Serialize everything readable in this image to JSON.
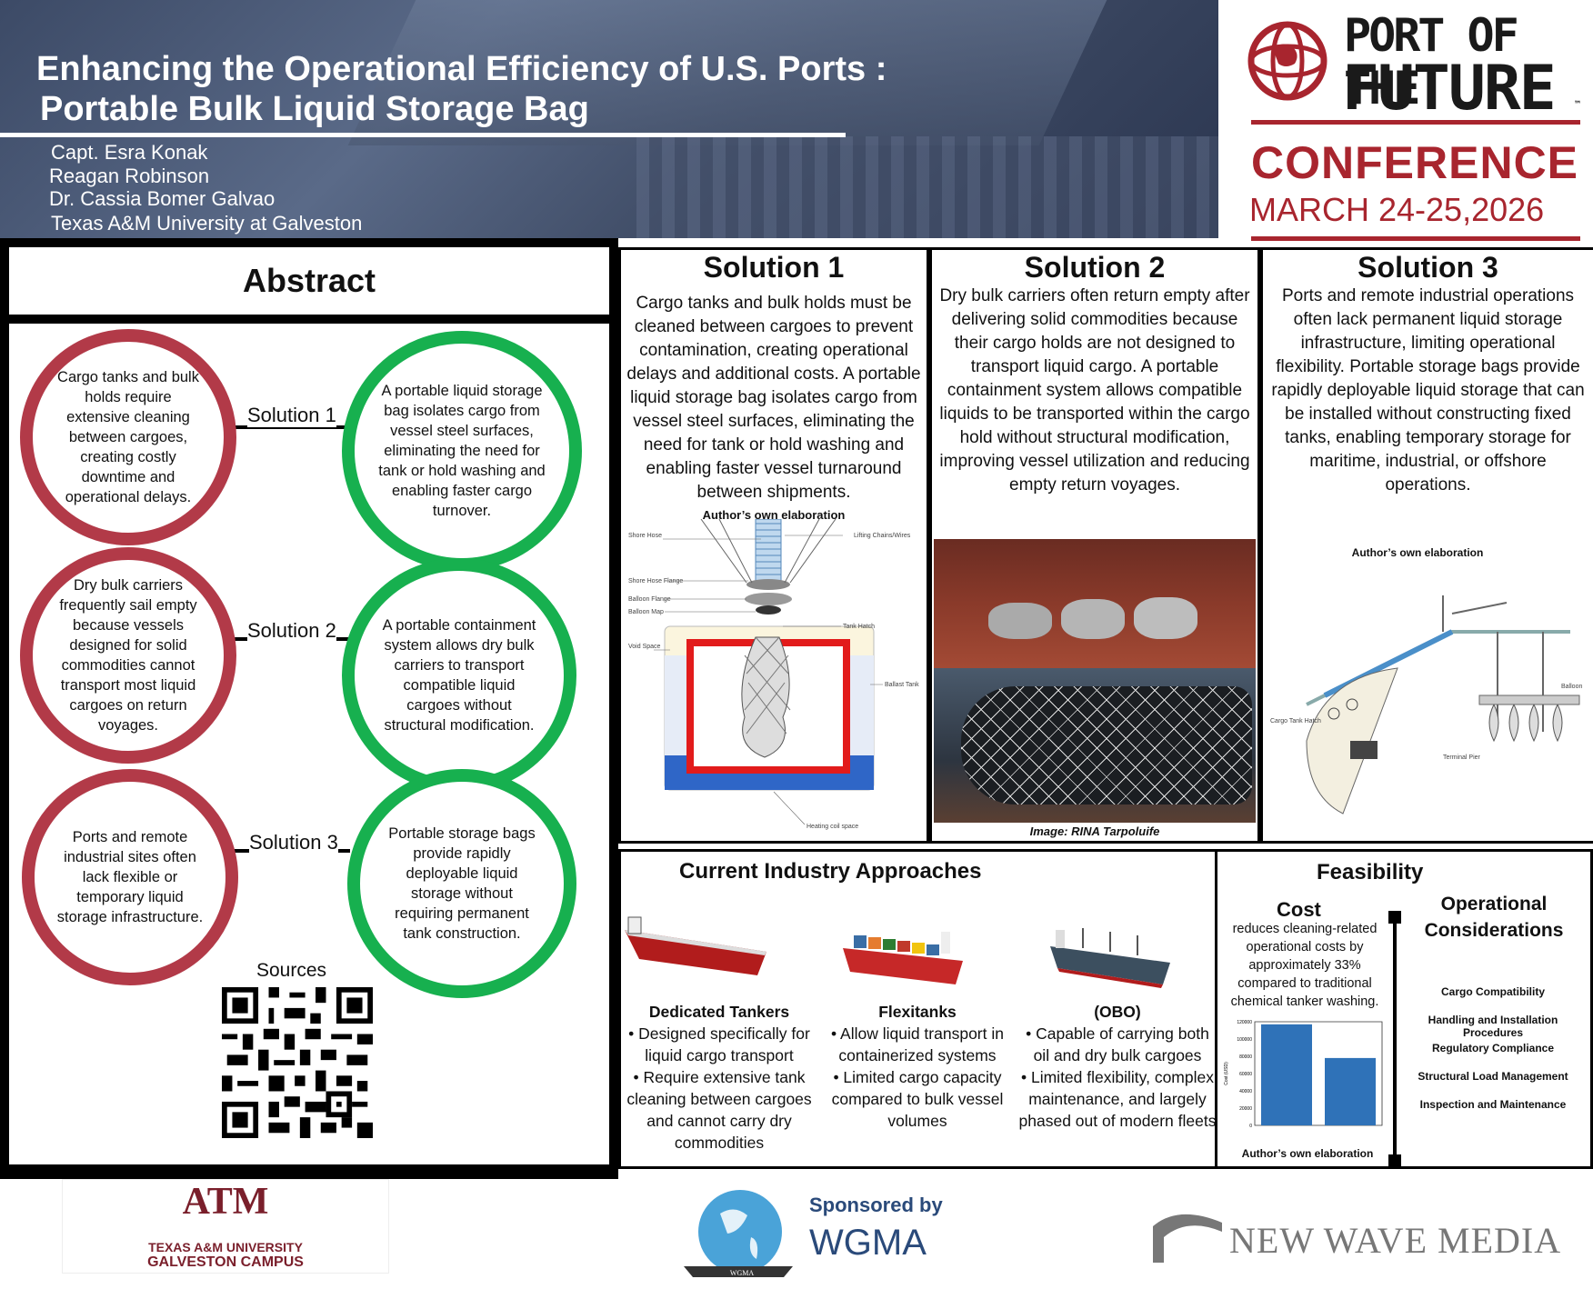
{
  "header": {
    "title_line1": "Enhancing the Operational Efficiency of U.S. Ports :",
    "title_line2": "Portable Bulk Liquid Storage Bag",
    "authors": [
      "Capt. Esra Konak",
      "Reagan Robinson",
      "Dr. Cassia Bomer Galvao",
      "Texas A&M University at Galveston"
    ]
  },
  "conference": {
    "line1": "PORT OF THE",
    "line2": "FUTURE",
    "tm": "™",
    "line3": "CONFERENCE",
    "date": "MARCH 24-25,2026"
  },
  "abstract": {
    "heading": "Abstract",
    "problems": [
      "Cargo tanks and bulk holds require extensive cleaning between cargoes, creating costly downtime and operational delays.",
      "Dry bulk carriers frequently sail empty because vessels designed for solid commodities cannot transport most liquid cargoes on return voyages.",
      "Ports and remote industrial sites often lack flexible or temporary liquid storage infrastructure."
    ],
    "labels": [
      "Solution 1",
      "Solution 2",
      "Solution 3"
    ],
    "solutions": [
      "A portable liquid storage bag isolates cargo from vessel steel surfaces, eliminating the need for tank or hold washing and enabling faster cargo turnover.",
      "A portable containment system allows dry bulk carriers to transport compatible liquid cargoes  without structural modification.",
      "Portable storage bags provide rapidly deployable liquid storage without requiring permanent tank construction."
    ],
    "sources_label": "Sources"
  },
  "solution1": {
    "title": "Solution 1",
    "text": "Cargo tanks and bulk holds must be cleaned between cargoes to prevent contamination, creating operational delays and additional costs. A portable liquid storage bag isolates cargo from vessel steel surfaces, eliminating the need for tank or hold washing and enabling faster vessel turnaround between shipments.",
    "caption": "Author’s own elaboration",
    "diagram_labels": {
      "shore_hose": "Shore Hose",
      "lifting": "Lifting Chains/Wires",
      "shore_hose_flange": "Shore Hose Flange",
      "balloon_flange": "Balloon Flange",
      "balloon_map": "Balloon Map",
      "tank_hatch": "Tank Hatch",
      "void_space": "Void Space",
      "ballast_tank": "Ballast Tank",
      "heating_coil": "Heating coil space"
    }
  },
  "solution2": {
    "title": "Solution 2",
    "text": "Dry bulk carriers often return empty after delivering solid commodities because their cargo holds are not designed to transport liquid cargo. A portable containment system allows compatible liquids to be transported within the cargo hold without structural modification, improving vessel utilization and reducing empty return voyages.",
    "caption": "Image: RINA Tarpoluife"
  },
  "solution3": {
    "title": "Solution 3",
    "text": "Ports and remote industrial operations often lack permanent liquid storage infrastructure, limiting operational flexibility. Portable storage bags provide rapidly deployable liquid storage that can be installed without constructing fixed tanks, enabling temporary storage for maritime, industrial, or offshore operations.",
    "caption": "Author’s own elaboration",
    "diagram_labels": {
      "cargo_tank_hatch": "Cargo Tank Hatch",
      "terminal_pier": "Terminal Pier",
      "balloon": "Balloon"
    }
  },
  "industry": {
    "heading": "Current Industry Approaches",
    "items": [
      {
        "title": "Dedicated Tankers",
        "bullets": [
          "• Designed specifically for liquid cargo transport",
          "• Require extensive tank cleaning between cargoes and cannot carry dry commodities"
        ]
      },
      {
        "title": "Flexitanks",
        "bullets": [
          "• Allow liquid transport in containerized systems",
          "• Limited cargo capacity compared to bulk vessel volumes"
        ]
      },
      {
        "title": "(OBO)",
        "bullets": [
          "• Capable of carrying both oil and dry bulk cargoes",
          "• Limited flexibility, complex maintenance, and largely phased out of modern fleets"
        ]
      }
    ]
  },
  "feasibility": {
    "heading": "Feasibility",
    "cost_heading": "Cost",
    "cost_text": "reduces cleaning-related operational costs by approximately 33% compared to traditional chemical tanker washing.",
    "chart_caption": "Author’s own elaboration",
    "ops_heading_1": "Operational",
    "ops_heading_2": "Considerations",
    "ops_items": [
      "Cargo Compatibility",
      "Handling and Installation Procedures",
      "Regulatory Compliance",
      "Structural Load Management",
      "Inspection and Maintenance"
    ]
  },
  "chart_data": {
    "type": "bar",
    "categories": [
      "",
      ""
    ],
    "values": [
      117000,
      78000
    ],
    "ylabel": "Cost (USD)",
    "ylim": [
      0,
      120000
    ],
    "yticks": [
      "0",
      "20000",
      "40000",
      "60000",
      "80000",
      "100000",
      "120000"
    ]
  },
  "footer": {
    "tamu_line1": "TEXAS A&M UNIVERSITY",
    "tamu_line2": "GALVESTON CAMPUS",
    "tamu_mark": "ATM",
    "sponsored": "Sponsored by",
    "wgma": "WGMA",
    "globe_label": "WGMA",
    "nwm": "NEW WAVE MEDIA"
  },
  "colors": {
    "red": "#b23a48",
    "green": "#17b04f",
    "bar": "#2f72b8",
    "maroon": "#7a1f2b"
  }
}
